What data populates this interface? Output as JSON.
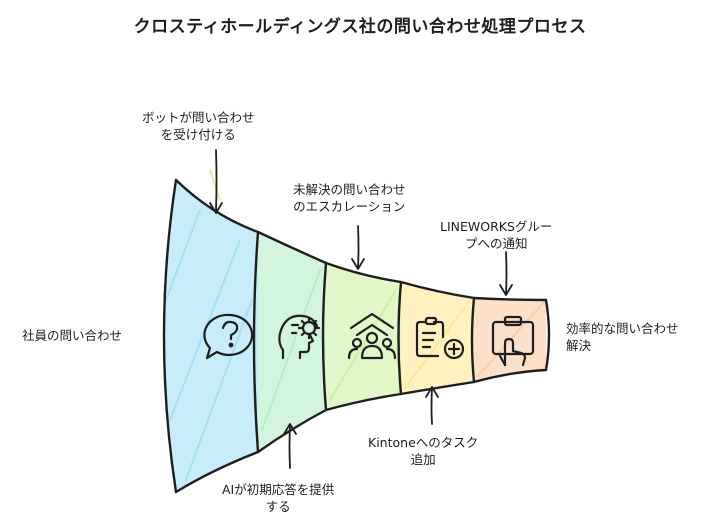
{
  "title": "クロスティホールディングス社の問い合わせ処理プロセス",
  "stages": [
    {
      "id": "chat",
      "icon": "chat-bubble-question-icon",
      "fill": "#c9ecfa"
    },
    {
      "id": "ai",
      "icon": "ai-head-gear-icon",
      "fill": "#d3f5dd"
    },
    {
      "id": "escalation",
      "icon": "team-escalation-icon",
      "fill": "#e2f7c7"
    },
    {
      "id": "kintone",
      "icon": "clipboard-add-icon",
      "fill": "#fff2bf"
    },
    {
      "id": "resolve",
      "icon": "clipboard-hand-icon",
      "fill": "#fde0c9"
    }
  ],
  "labels": {
    "input": "社員の問い合わせ",
    "bot": [
      "ボットが問い合わせ",
      "を受け付ける"
    ],
    "ai": [
      "AIが初期応答を提供",
      "する"
    ],
    "escalation": [
      "未解決の問い合わせ",
      "のエスカレーション"
    ],
    "kintone": [
      "Kintoneへのタスク",
      "追加"
    ],
    "lineworks": [
      "LINEWORKSグルー",
      "プへの通知"
    ],
    "output": [
      "効率的な問い合わせ",
      "解決"
    ]
  }
}
